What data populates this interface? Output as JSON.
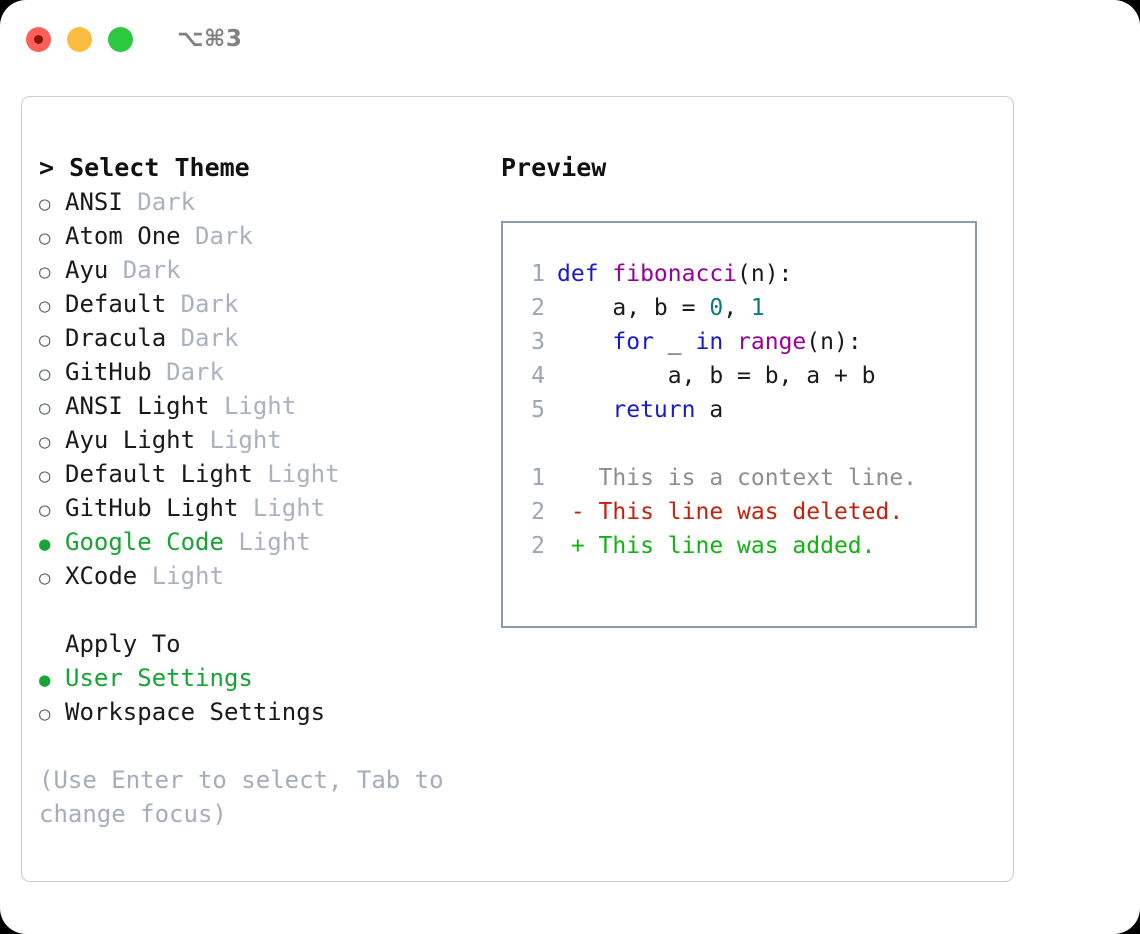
{
  "titlebar": {
    "shortcut": "⌥⌘3",
    "buttons": [
      {
        "name": "close",
        "color": "#fc6058"
      },
      {
        "name": "minimize",
        "color": "#fdbc40"
      },
      {
        "name": "maximize",
        "color": "#2bc840"
      }
    ]
  },
  "theme_list": {
    "header": "> Select Theme",
    "marker_unselected": "○",
    "marker_selected": "●",
    "items": [
      {
        "label": "ANSI",
        "tag": "Dark",
        "selected": false
      },
      {
        "label": "Atom One",
        "tag": "Dark",
        "selected": false
      },
      {
        "label": "Ayu",
        "tag": "Dark",
        "selected": false
      },
      {
        "label": "Default",
        "tag": "Dark",
        "selected": false
      },
      {
        "label": "Dracula",
        "tag": "Dark",
        "selected": false
      },
      {
        "label": "GitHub",
        "tag": "Dark",
        "selected": false
      },
      {
        "label": "ANSI Light",
        "tag": "Light",
        "selected": false
      },
      {
        "label": "Ayu Light",
        "tag": "Light",
        "selected": false
      },
      {
        "label": "Default Light",
        "tag": "Light",
        "selected": false
      },
      {
        "label": "GitHub Light",
        "tag": "Light",
        "selected": false
      },
      {
        "label": "Google Code",
        "tag": "Light",
        "selected": true
      },
      {
        "label": "XCode",
        "tag": "Light",
        "selected": false
      }
    ]
  },
  "apply_to": {
    "header": "Apply To",
    "items": [
      {
        "label": "User Settings",
        "selected": true
      },
      {
        "label": "Workspace Settings",
        "selected": false
      }
    ]
  },
  "hint": "(Use Enter to select, Tab to change focus)",
  "preview": {
    "title": "Preview",
    "code_lines": [
      {
        "ln": "1",
        "tokens": [
          {
            "t": "def ",
            "c": "kw"
          },
          {
            "t": "fibonacci",
            "c": "fn"
          },
          {
            "t": "(n):",
            "c": "pl"
          }
        ]
      },
      {
        "ln": "2",
        "tokens": [
          {
            "t": "    a, b = ",
            "c": "pl"
          },
          {
            "t": "0",
            "c": "num"
          },
          {
            "t": ", ",
            "c": "pl"
          },
          {
            "t": "1",
            "c": "num"
          }
        ]
      },
      {
        "ln": "3",
        "tokens": [
          {
            "t": "    ",
            "c": "pl"
          },
          {
            "t": "for",
            "c": "kw"
          },
          {
            "t": " _ ",
            "c": "pl"
          },
          {
            "t": "in",
            "c": "kw"
          },
          {
            "t": " ",
            "c": "pl"
          },
          {
            "t": "range",
            "c": "fn"
          },
          {
            "t": "(n):",
            "c": "pl"
          }
        ]
      },
      {
        "ln": "4",
        "tokens": [
          {
            "t": "        a, b = b, a + b",
            "c": "pl"
          }
        ]
      },
      {
        "ln": "5",
        "tokens": [
          {
            "t": "    ",
            "c": "pl"
          },
          {
            "t": "return",
            "c": "kw"
          },
          {
            "t": " a",
            "c": "pl"
          }
        ]
      }
    ],
    "diff_lines": [
      {
        "ln": "1",
        "text": "   This is a context line.",
        "kind": "ctx"
      },
      {
        "ln": "2",
        "text": " - This line was deleted.",
        "kind": "del"
      },
      {
        "ln": "2",
        "text": " + This line was added.",
        "kind": "add"
      }
    ]
  },
  "colors": {
    "accent_green": "#16a434",
    "tag_gray": "#aab2bf",
    "hint_gray": "#a5adbb",
    "line_number": "#9aa5b5",
    "keyword_blue": "#1a1ac8",
    "function_magenta": "#990099",
    "number_teal": "#0b7a7a",
    "diff_delete_red": "#c42210",
    "diff_add_green": "#11b211",
    "preview_border": "#8c9bb0",
    "panel_border": "#c9cdd4"
  }
}
